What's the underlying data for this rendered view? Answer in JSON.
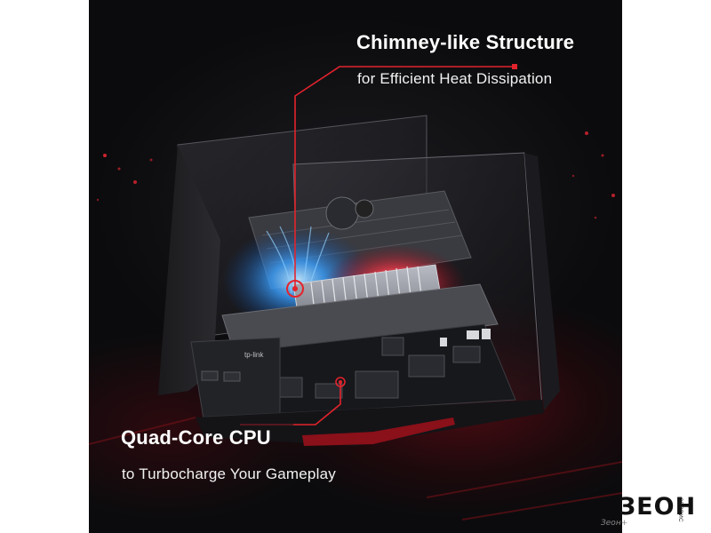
{
  "callouts": {
    "chimney": {
      "title": "Chimney-like Structure",
      "subtitle": "for Efficient Heat Dissipation"
    },
    "cpu": {
      "title": "Quad-Core CPU",
      "subtitle": "to Turbocharge Your Gameplay"
    }
  },
  "device": {
    "brand_mark": "tp-link"
  },
  "watermark": {
    "logo": "ЗЕОН",
    "side_text": "СЕРВИС",
    "caption": "Зеон+"
  },
  "colors": {
    "accent": "#e3232c",
    "fan_glow": "#3aa0ff",
    "heat_glow": "#ff3344",
    "background": "#060607",
    "text": "#ffffff"
  }
}
